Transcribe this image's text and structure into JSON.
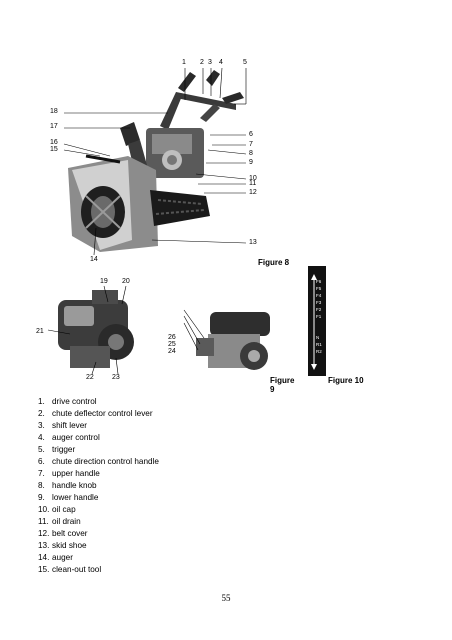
{
  "figure8": {
    "caption": "Figure 8",
    "callouts": [
      "1",
      "2",
      "3",
      "4",
      "5",
      "18",
      "17",
      "16",
      "15",
      "6",
      "7",
      "8",
      "9",
      "10",
      "11",
      "12",
      "13",
      "14"
    ]
  },
  "figure9": {
    "caption": "Figure 9",
    "callouts": [
      "19",
      "20",
      "21",
      "22",
      "23",
      "26",
      "25",
      "24"
    ]
  },
  "figure10": {
    "caption": "Figure 10",
    "gear_labels": [
      "F6",
      "F5",
      "F4",
      "F3",
      "F2",
      "F1",
      "N",
      "R1",
      "R2"
    ]
  },
  "parts": [
    {
      "num": "1.",
      "label": "drive control"
    },
    {
      "num": "2.",
      "label": "chute deflector control lever"
    },
    {
      "num": "3.",
      "label": "shift lever"
    },
    {
      "num": "4.",
      "label": "auger control"
    },
    {
      "num": "5.",
      "label": "trigger"
    },
    {
      "num": "6.",
      "label": "chute direction control handle"
    },
    {
      "num": "7.",
      "label": "upper handle"
    },
    {
      "num": "8.",
      "label": "handle knob"
    },
    {
      "num": "9.",
      "label": "lower handle"
    },
    {
      "num": "10.",
      "label": "oil cap"
    },
    {
      "num": "11.",
      "label": "oil drain"
    },
    {
      "num": "12.",
      "label": "belt cover"
    },
    {
      "num": "13.",
      "label": "skid shoe"
    },
    {
      "num": "14.",
      "label": "auger"
    },
    {
      "num": "15.",
      "label": "clean-out tool"
    }
  ],
  "page_number": "55"
}
